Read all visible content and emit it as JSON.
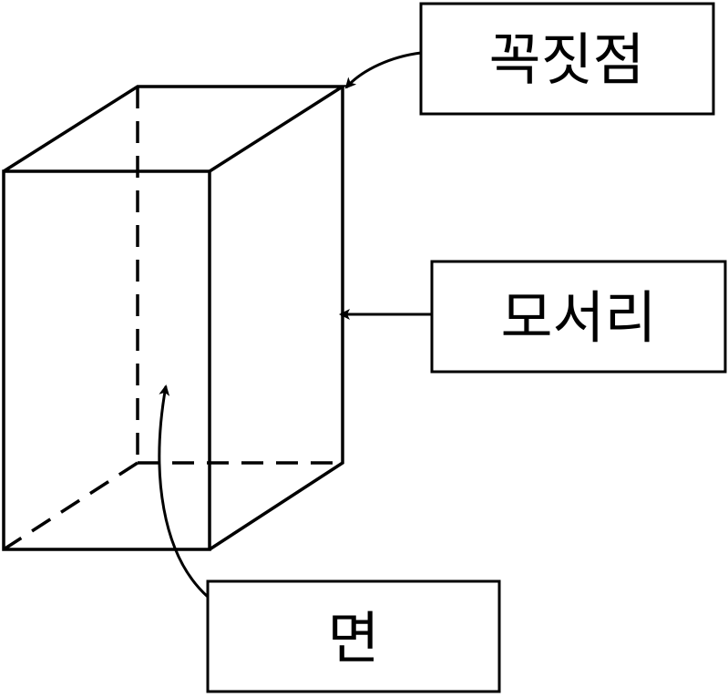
{
  "labels": {
    "vertex": "꼭짓점",
    "edge": "모서리",
    "face": "면"
  },
  "colors": {
    "stroke": "#000000",
    "background": "#ffffff"
  }
}
